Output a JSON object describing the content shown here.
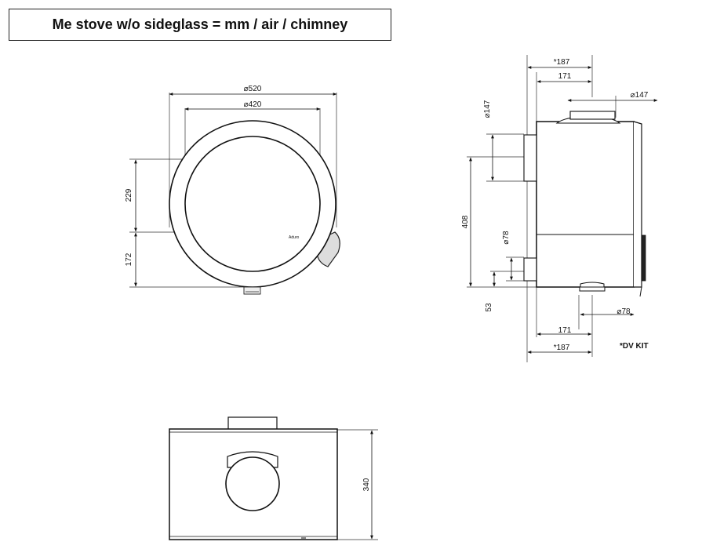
{
  "title": "Me stove w/o sideglass = mm / air / chimney",
  "top_view": {
    "outer_diameter": "⌀520",
    "inner_diameter": "⌀420",
    "height_upper": "229",
    "height_lower": "172"
  },
  "side_view": {
    "depth_dv_top": "*187",
    "depth_top": "171",
    "flue_top_diameter": "⌀147",
    "flue_rear_diameter": "⌀147",
    "flue_rear_height": "408",
    "air_rear_diameter": "⌀78",
    "air_rear_height": "53",
    "air_bottom_diameter": "⌀78",
    "depth_bottom": "171",
    "depth_dv_bottom": "*187",
    "footnote": "*DV KIT"
  },
  "front_view": {
    "height": "340"
  },
  "brand_mark": "Aduro"
}
